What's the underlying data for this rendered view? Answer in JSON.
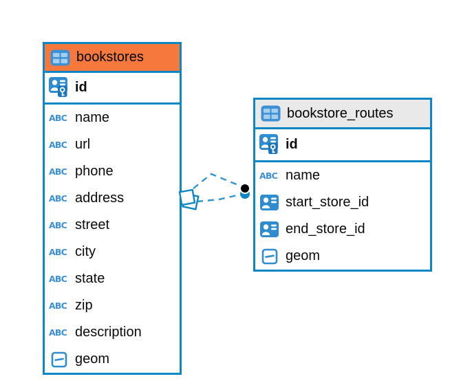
{
  "app": {
    "view": "database-er-diagram"
  },
  "colors": {
    "table_border_blue": "#0C86C5",
    "bookstores_header_orange": "#F5793C",
    "routes_header_gray": "#E9E9E9",
    "icon_blue": "#2E8CCF",
    "relationship_line_blue": "#2E94D6",
    "target_marker_black": "#000000",
    "text": "#000000"
  },
  "tables": [
    {
      "title": "bookstores",
      "header_style": "orange",
      "primary_key": {
        "name": "id"
      },
      "fields": [
        {
          "name": "name",
          "type": "text"
        },
        {
          "name": "url",
          "type": "text"
        },
        {
          "name": "phone",
          "type": "text"
        },
        {
          "name": "address",
          "type": "text"
        },
        {
          "name": "street",
          "type": "text"
        },
        {
          "name": "city",
          "type": "text"
        },
        {
          "name": "state",
          "type": "text"
        },
        {
          "name": "zip",
          "type": "text"
        },
        {
          "name": "description",
          "type": "text"
        },
        {
          "name": "geom",
          "type": "geometry"
        }
      ]
    },
    {
      "title": "bookstore_routes",
      "header_style": "gray",
      "primary_key": {
        "name": "id"
      },
      "fields": [
        {
          "name": "name",
          "type": "text"
        },
        {
          "name": "start_store_id",
          "type": "reference"
        },
        {
          "name": "end_store_id",
          "type": "reference"
        },
        {
          "name": "geom",
          "type": "geometry"
        }
      ]
    }
  ],
  "relationships": [
    {
      "between": [
        "bookstores",
        "bookstore_routes"
      ],
      "style": "dashed",
      "source_marker": "stacked-squares",
      "target_marker": "black-dot"
    },
    {
      "between": [
        "bookstores",
        "bookstore_routes"
      ],
      "style": "dashed",
      "source_marker": "stacked-squares",
      "target_marker": "blue-dot"
    }
  ],
  "icon_legend": {
    "table": "table-grid-icon",
    "primary_key": "person-badge-key-icon",
    "reference": "person-badge-icon",
    "text": "abc-text-icon",
    "geometry": "geometry-icon"
  }
}
